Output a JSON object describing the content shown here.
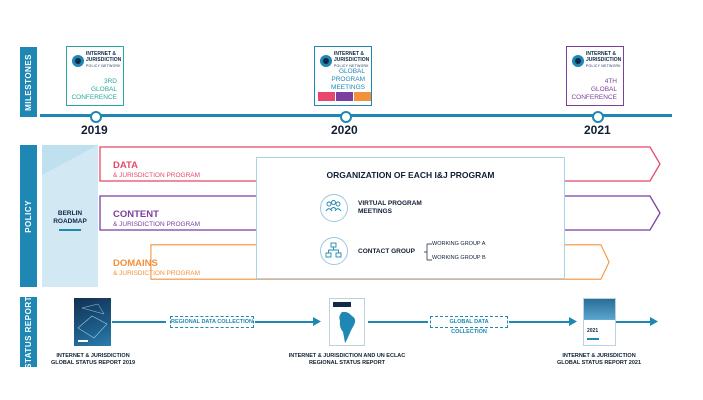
{
  "sections": {
    "milestones": "MILESTONES",
    "policy": "POLICY",
    "status_report": "STATUS REPORT"
  },
  "logo": {
    "line1": "INTERNET &",
    "line2": "JURISDICTION",
    "line3": "POLICY NETWORK"
  },
  "milestones": [
    {
      "year": "2019",
      "label_lines": [
        "3RD",
        "GLOBAL",
        "CONFERENCE"
      ],
      "color": "#2aa8a0"
    },
    {
      "year": "2020",
      "label_lines": [
        "GLOBAL",
        "PROGRAM",
        "MEETINGS"
      ],
      "color": "#1f87b3",
      "bar_colors": [
        "#e8476b",
        "#7b3fa0",
        "#f2913d"
      ]
    },
    {
      "year": "2021",
      "label_lines": [
        "4TH",
        "GLOBAL",
        "CONFERENCE"
      ],
      "color": "#7b3fa0"
    }
  ],
  "berlin_roadmap": [
    "BERLIN",
    "ROADMAP"
  ],
  "programs": [
    {
      "title": "DATA",
      "subtitle": "& JURISDICTION PROGRAM",
      "color": "#e8476b"
    },
    {
      "title": "CONTENT",
      "subtitle": "& JURISDICTION PROGRAM",
      "color": "#7b3fa0"
    },
    {
      "title": "DOMAINS",
      "subtitle": "& JURISDICTION PROGRAM",
      "color": "#f2913d"
    }
  ],
  "organization": {
    "title": "ORGANIZATION OF EACH I&J PROGRAM",
    "virtual_meetings": [
      "VIRTUAL PROGRAM",
      "MEETINGS"
    ],
    "contact_group": "CONTACT GROUP",
    "working_groups": [
      "WORKING GROUP A",
      "WORKING GROUP B"
    ]
  },
  "status": {
    "regional_collection": "REGIONAL DATA COLLECTION",
    "global_collection": "GLOBAL DATA COLLECTION",
    "reports": [
      {
        "lines": [
          "INTERNET & JURISDICTION",
          "GLOBAL STATUS REPORT 2019"
        ]
      },
      {
        "lines": [
          "INTERNET & JURISDICTION AND UN  ECLAC",
          "REGIONAL STATUS REPORT"
        ]
      },
      {
        "lines": [
          "INTERNET & JURISDICTION",
          "GLOBAL STATUS REPORT 2021"
        ],
        "cover_year": "2021"
      }
    ]
  },
  "colors": {
    "accent_blue": "#1f87b3",
    "navy": "#0f2a4a"
  }
}
